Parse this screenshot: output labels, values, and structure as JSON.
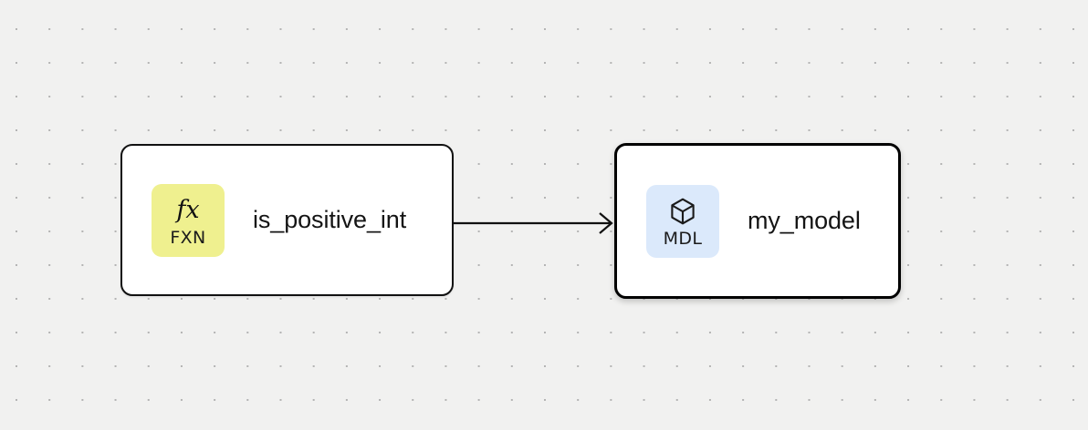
{
  "canvas": {
    "background_color": "#f1f1f0",
    "dot_color": "#b4b4b4",
    "grid_spacing": "36"
  },
  "nodes": [
    {
      "id": "fxn-node",
      "title": "is_positive_int",
      "badge": {
        "glyph": "fx",
        "glyph_name": "function-glyph",
        "label": "FXN",
        "background": "#eff08f"
      },
      "selected": false,
      "border_color": "#111111"
    },
    {
      "id": "mdl-node",
      "title": "my_model",
      "badge": {
        "glyph": "cube",
        "glyph_name": "cube-icon",
        "label": "MDL",
        "background": "#dbe9fb"
      },
      "selected": true,
      "border_color": "#000000"
    }
  ],
  "edges": [
    {
      "id": "edge-fxn-to-mdl",
      "from": "fxn-node",
      "to": "mdl-node",
      "color": "#111111",
      "arrowhead": "open-chevron"
    }
  ]
}
